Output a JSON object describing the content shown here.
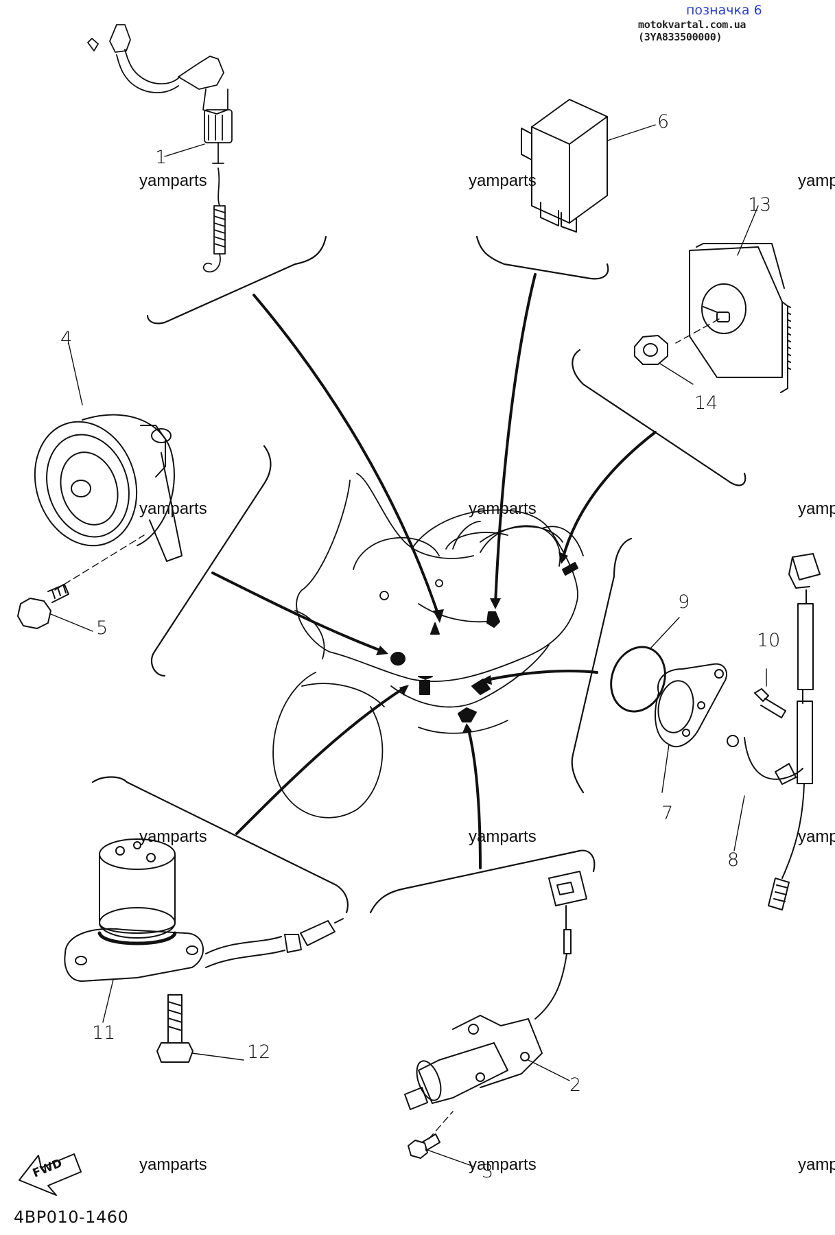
{
  "header": {
    "label": "позначка 6",
    "source": "motokvartal.com.ua (3YA833500000)"
  },
  "watermark": "yamparts",
  "watermark_partial": "yamp",
  "diagram_code": "4BP010-1460",
  "fwd_label": "FWD",
  "callouts": {
    "c1": "1",
    "c2": "2",
    "c3": "3",
    "c4": "4",
    "c5": "5",
    "c6": "6",
    "c7": "7",
    "c8": "8",
    "c9": "9",
    "c10": "10",
    "c11": "11",
    "c12": "12",
    "c13": "13",
    "c14": "14"
  },
  "colors": {
    "line": "#111111",
    "header_link": "#2a3fc7"
  }
}
